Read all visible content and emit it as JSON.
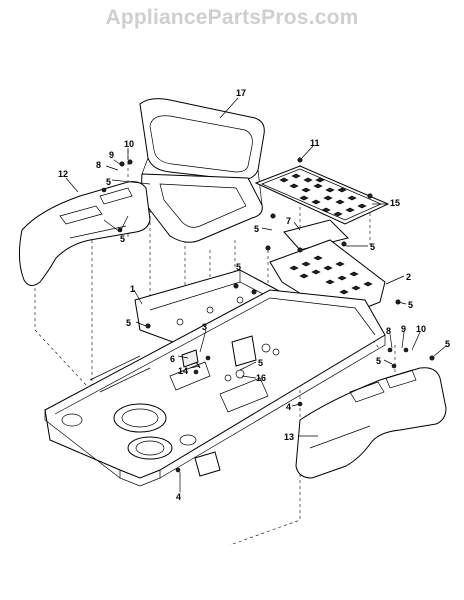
{
  "watermark": "AppliancePartsPros.com",
  "callouts": {
    "c17": "17",
    "c11": "11",
    "c10a": "10",
    "c9a": "9",
    "c8a": "8",
    "c12": "12",
    "c5a": "5",
    "c5b": "5",
    "c15": "15",
    "c5c": "5",
    "c7": "7",
    "c5d": "5",
    "c5e": "5",
    "c2": "2",
    "c1": "1",
    "c5f": "5",
    "c5g": "5",
    "c3": "3",
    "c6": "6",
    "c14": "14",
    "c5h": "5",
    "c16": "16",
    "c8b": "8",
    "c9b": "9",
    "c10b": "10",
    "c5i": "5",
    "c5j": "5",
    "c4a": "4",
    "c13": "13",
    "c4b": "4"
  }
}
